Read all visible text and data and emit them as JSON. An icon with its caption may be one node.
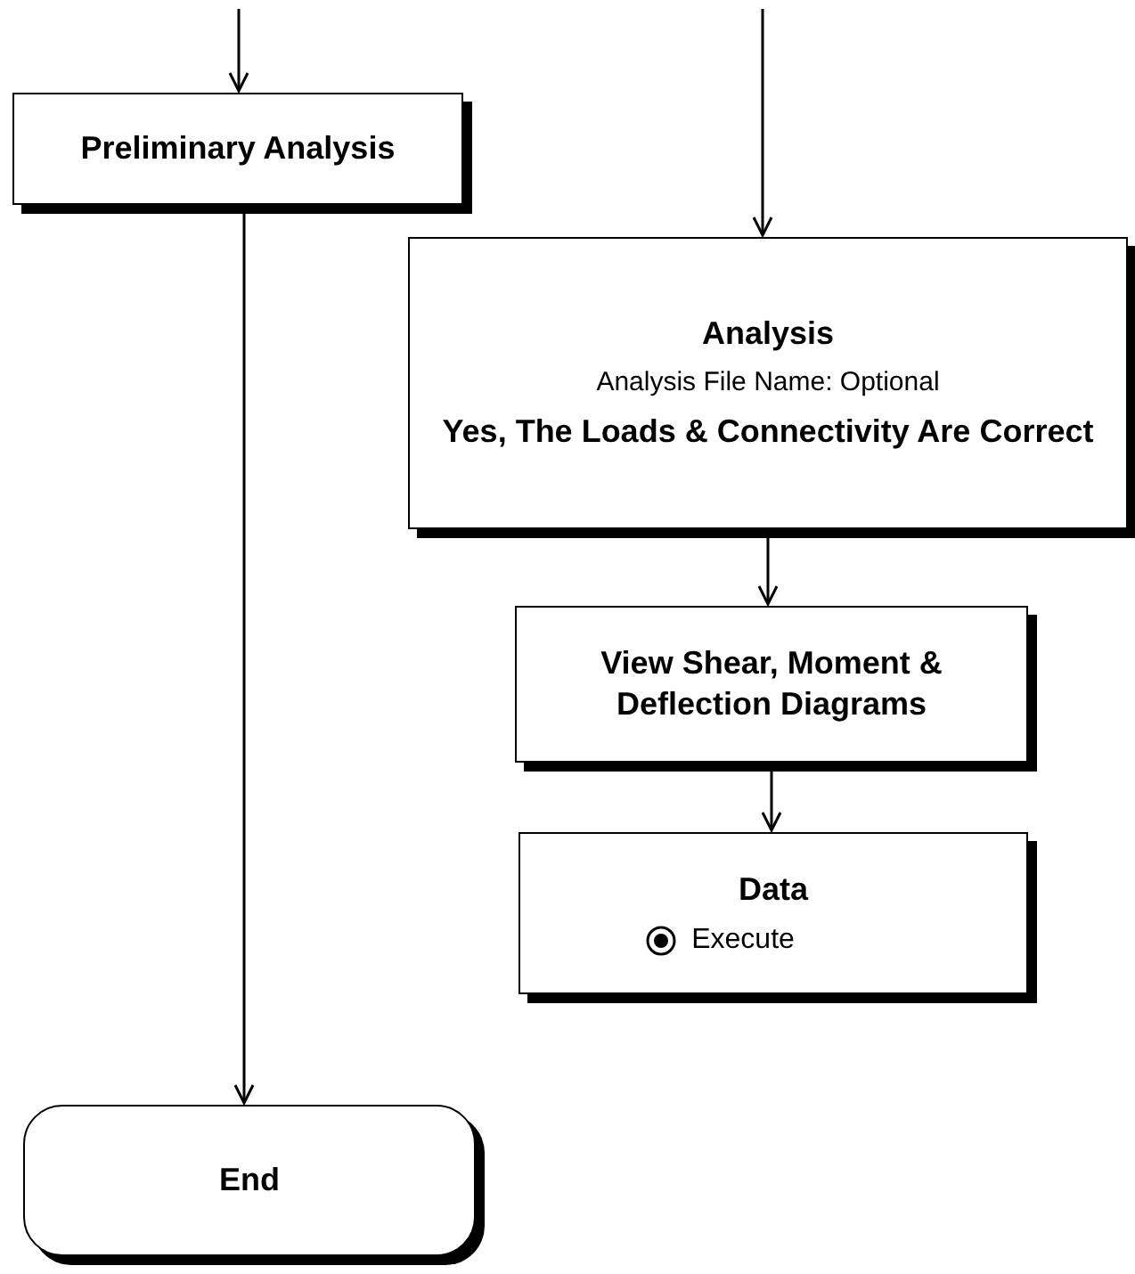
{
  "diagram": {
    "nodes": [
      {
        "text": [
          "Preliminary Analysis"
        ]
      },
      {
        "text": [
          "Analysis",
          "Analysis File Name: Optional",
          "Yes, The Loads & Connectivity Are Correct"
        ]
      },
      {
        "text": [
          "View Shear, Moment & Deflection Diagrams"
        ]
      },
      {
        "text": [
          "Data",
          "Execute"
        ]
      },
      {
        "text": [
          "End"
        ]
      }
    ],
    "edges": [
      {
        "from": null,
        "to": 0,
        "arrow": "to"
      },
      {
        "from": null,
        "to": 1,
        "arrow": "to"
      },
      {
        "from": 0,
        "to": 4,
        "arrow": "to"
      },
      {
        "from": 1,
        "to": 2,
        "arrow": "to"
      },
      {
        "from": 2,
        "to": 3,
        "arrow": "to"
      }
    ]
  }
}
